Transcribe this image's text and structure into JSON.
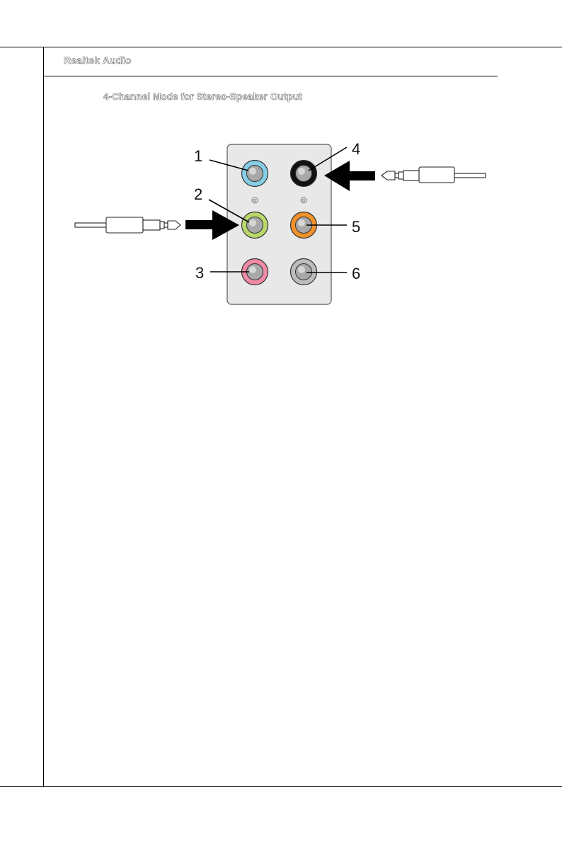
{
  "header": {
    "section_title": "Realtek Audio",
    "subtitle": "4-Channel Mode for Stereo-Speaker Output"
  },
  "figure": {
    "jacks": [
      {
        "number": "1",
        "ring_color": "#86cde6"
      },
      {
        "number": "2",
        "ring_color": "#b9d86a"
      },
      {
        "number": "3",
        "ring_color": "#f08aa6"
      },
      {
        "number": "4",
        "ring_color": "#111111"
      },
      {
        "number": "5",
        "ring_color": "#f0922a"
      },
      {
        "number": "6",
        "ring_color": "#bdbdbd"
      }
    ],
    "panel_color": "#e8e8e8",
    "arrow_color": "#000000"
  }
}
